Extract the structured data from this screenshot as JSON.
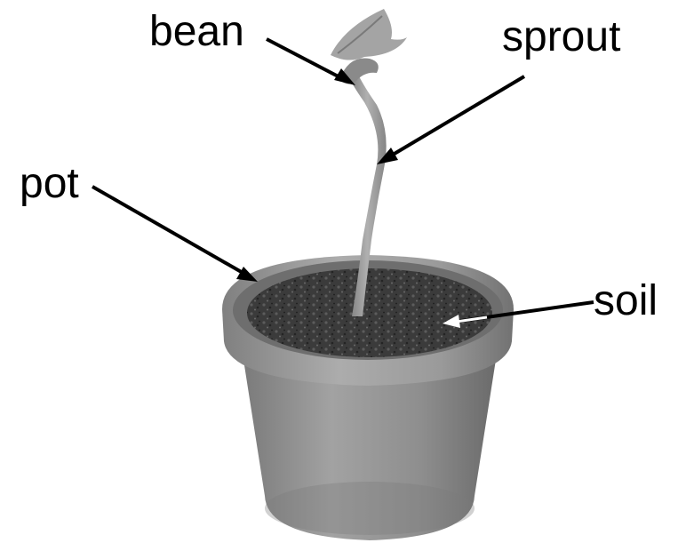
{
  "labels": {
    "bean": "bean",
    "sprout": "sprout",
    "pot": "pot",
    "soil": "soil"
  },
  "colors": {
    "background": "#ffffff",
    "text": "#000000",
    "pointer_dark": "#000000",
    "pointer_light": "#ffffff",
    "pot": "#8f8f8f",
    "soil": "#3a3a3a",
    "plant": "#9a9a9a"
  }
}
